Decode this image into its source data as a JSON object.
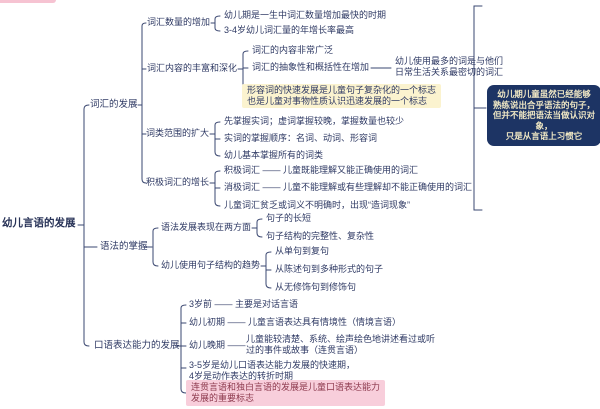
{
  "colors": {
    "text": "#2f3a64",
    "line": "#3a4770",
    "highlight_yellow": "#fbf3cf",
    "highlight_pink": "#f8cedb",
    "pink_text": "#8d3a4e",
    "note_bg": "#1d3464",
    "note_text": "#efe7c4"
  },
  "root": {
    "label": "幼儿言语的发展"
  },
  "vocab": {
    "label": "词汇的发展",
    "quantity": {
      "label": "词汇数量的增加",
      "items": [
        "幼儿期是一生中词汇数量增加最快的时期",
        "3-4岁幼儿词汇量的年增长率最高"
      ]
    },
    "content": {
      "label": "词汇内容的丰富和深化",
      "broad": "词汇的内容非常广泛",
      "abstract": "词汇的抽象性和概括性在增加",
      "abstract_note": "幼儿使用最多的词是与他们\n日常生活关系最密切的词汇",
      "adjective_highlight": "形容词的快速发展是儿童句子复杂化的一个标志\n也是儿童对事物性质认识迅速发展的一个标志"
    },
    "word_class": {
      "label": "词类范围的扩大",
      "items": [
        "先掌握实词；虚词掌握较晚，掌握数量也较少",
        "实词的掌握顺序：名词、动词、形容词",
        "幼儿基本掌握所有的词类"
      ]
    },
    "active": {
      "label": "积极词汇的增长",
      "items": [
        "积极词汇 —— 儿童既能理解又能正确使用的词汇",
        "消极词汇 —— 儿童不能理解或有些理解却不能正确使用的词汇",
        "儿童词汇贫乏或词义不明确时，出现“造词现象”"
      ]
    },
    "note": "幼儿期儿童虽然已经能够\n熟练说出合乎语法的句子，\n但并不能把语法当做认识对象，\n只是从言语上习惯它"
  },
  "grammar": {
    "label": "语法的掌握",
    "aspects": {
      "label": "语法发展表现在两方面",
      "items": [
        "句子的长短",
        "句子结构的完整性、复杂性"
      ]
    },
    "trend": {
      "label": "幼儿使用句子结构的趋势",
      "items": [
        "从单句到复句",
        "从陈述句到多种形式的句子",
        "从无修饰句到修饰句"
      ]
    }
  },
  "oral": {
    "label": "口语表达能力的发展",
    "before3": "3岁前 —— 主要是对话言语",
    "early": "幼儿初期 —— 儿童言语表达具有情境性（情境言语）",
    "late_label": "幼儿晚期 ——",
    "late_desc": "儿童能较清楚、系统、绘声绘色地讲述看过或听\n过的事件或故事（连贯言语）",
    "rapid": "3-5岁是幼儿口语表达能力发展的快速期，\n4岁是动作表达的转折时期",
    "highlight": "连贯言语和独白言语的发展是儿童口语表达能力\n发展的重要标志"
  }
}
